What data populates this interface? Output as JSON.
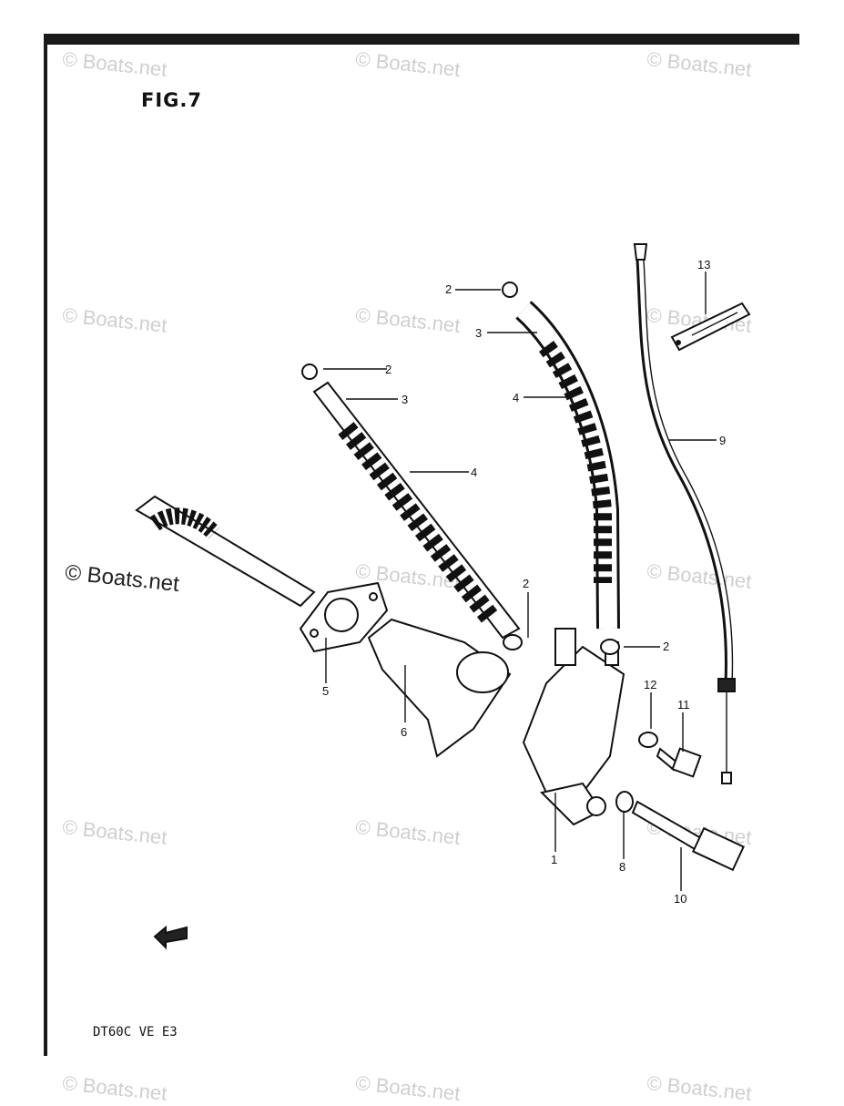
{
  "figure": {
    "title": "FIG.7",
    "model_code": "DT60C VE E3"
  },
  "watermark": {
    "text": "© Boats.net",
    "color": "#cfcfcf"
  },
  "callouts": {
    "c1": "1",
    "c2a": "2",
    "c2b": "2",
    "c2c": "2",
    "c2d": "2",
    "c3a": "3",
    "c3b": "3",
    "c4a": "4",
    "c4b": "4",
    "c5": "5",
    "c6": "6",
    "c8": "8",
    "c9": "9",
    "c10": "10",
    "c11": "11",
    "c12": "12",
    "c13": "13"
  }
}
